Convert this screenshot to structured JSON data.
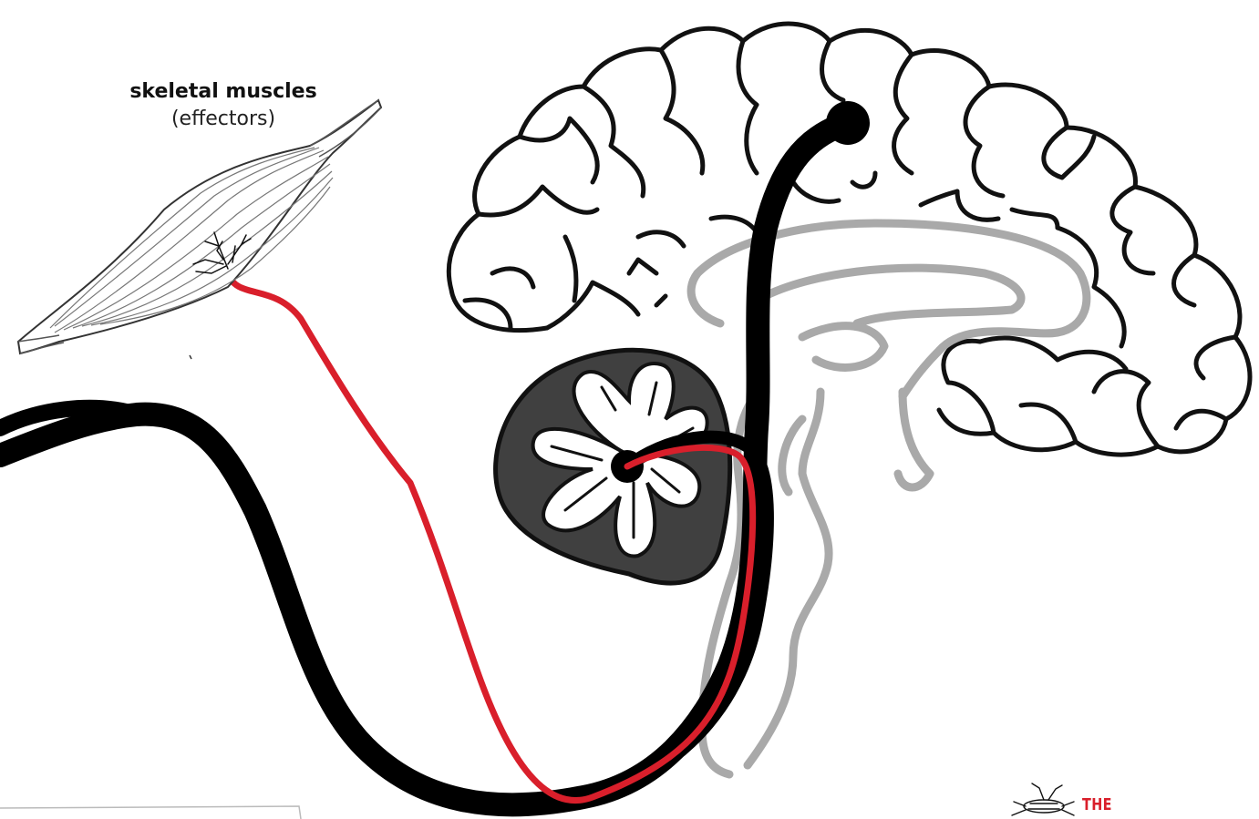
{
  "labels": {
    "effector_title": "skeletal muscles",
    "effector_subtitle": "(effectors)"
  },
  "logo": {
    "text": "THE"
  },
  "colors": {
    "pathway_black": "#000000",
    "pathway_red": "#d91f2b",
    "brainstem_gray": "#a9a9a9",
    "cerebellum_dark": "#404040",
    "outline": "#111111",
    "logo_red": "#d91f2b"
  },
  "icons": {
    "logo": "spider-logo-icon"
  }
}
